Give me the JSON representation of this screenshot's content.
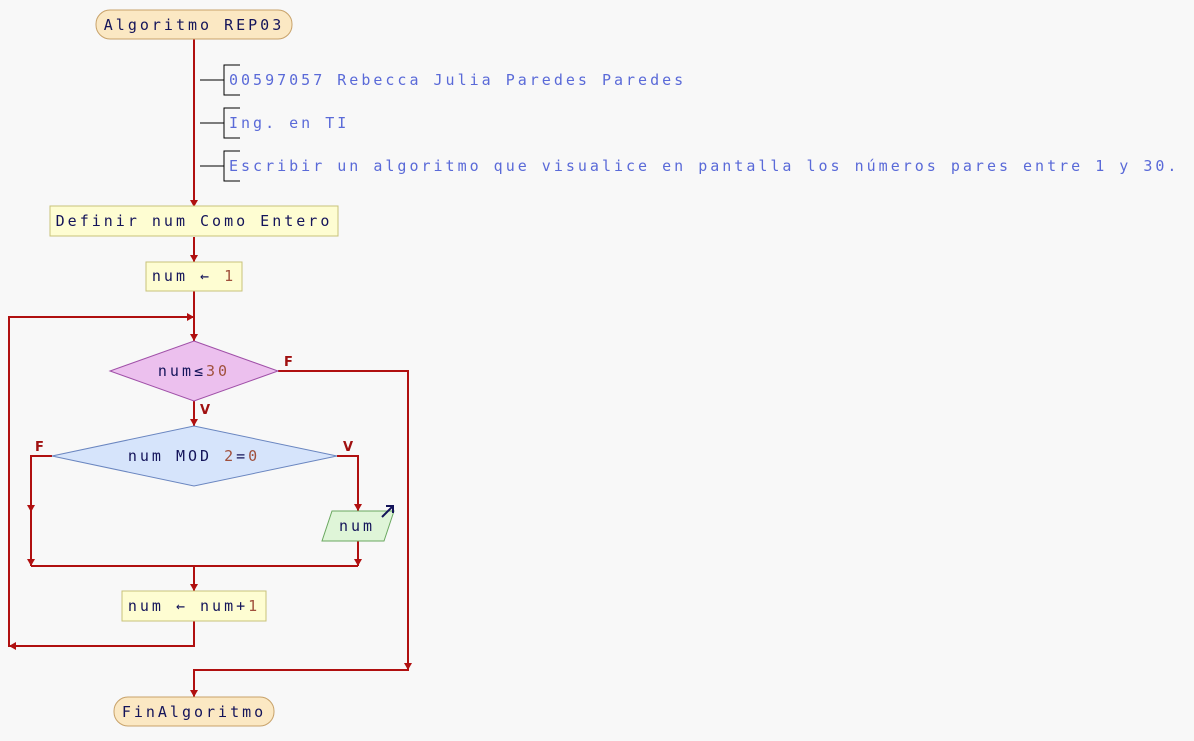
{
  "algorithm": {
    "start_label": "Algoritmo REP03",
    "end_label": "FinAlgoritmo"
  },
  "comments": [
    "00597057 Rebecca Julia Paredes Paredes",
    "Ing. en TI",
    "Escribir un algoritmo que visualice en pantalla los números pares entre 1 y 30."
  ],
  "steps": {
    "define": "Definir num Como Entero",
    "init_var": "num",
    "init_arrow": "←",
    "init_value": "1",
    "loop_var": "num",
    "loop_op": "≤",
    "loop_limit": "30",
    "mod_var": "num MOD",
    "mod_divisor": "2",
    "mod_eq": "=",
    "mod_zero": "0",
    "output_var": "num",
    "increment_var": "num",
    "increment_arrow": "←",
    "increment_expr": "num+",
    "increment_one": "1"
  },
  "flags": {
    "loop_false": "F",
    "loop_true": "V",
    "mod_false": "F",
    "mod_true": "V"
  },
  "colors": {
    "flow_line": "#b01010",
    "terminal_fill": "#fbe8c3",
    "process_fill": "#fefdd2",
    "while_fill": "#ecc0ee",
    "if_fill": "#d6e4fb",
    "output_fill": "#dff5d8",
    "comment_text": "#5a6ad8"
  },
  "icons": {
    "output": "output-arrow-icon"
  }
}
